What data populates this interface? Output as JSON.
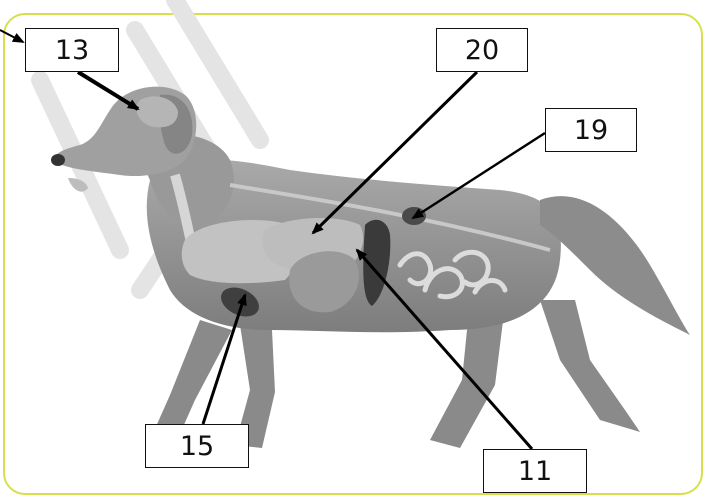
{
  "colors": {
    "frame_border": "#d7e04a",
    "watermark": "#e4e4e4",
    "dog_body": "#8f8f8f",
    "arrow": "#000000"
  },
  "labels": {
    "head": "13",
    "liver": "20",
    "kidney": "19",
    "heart": "15",
    "stomach": "11"
  }
}
